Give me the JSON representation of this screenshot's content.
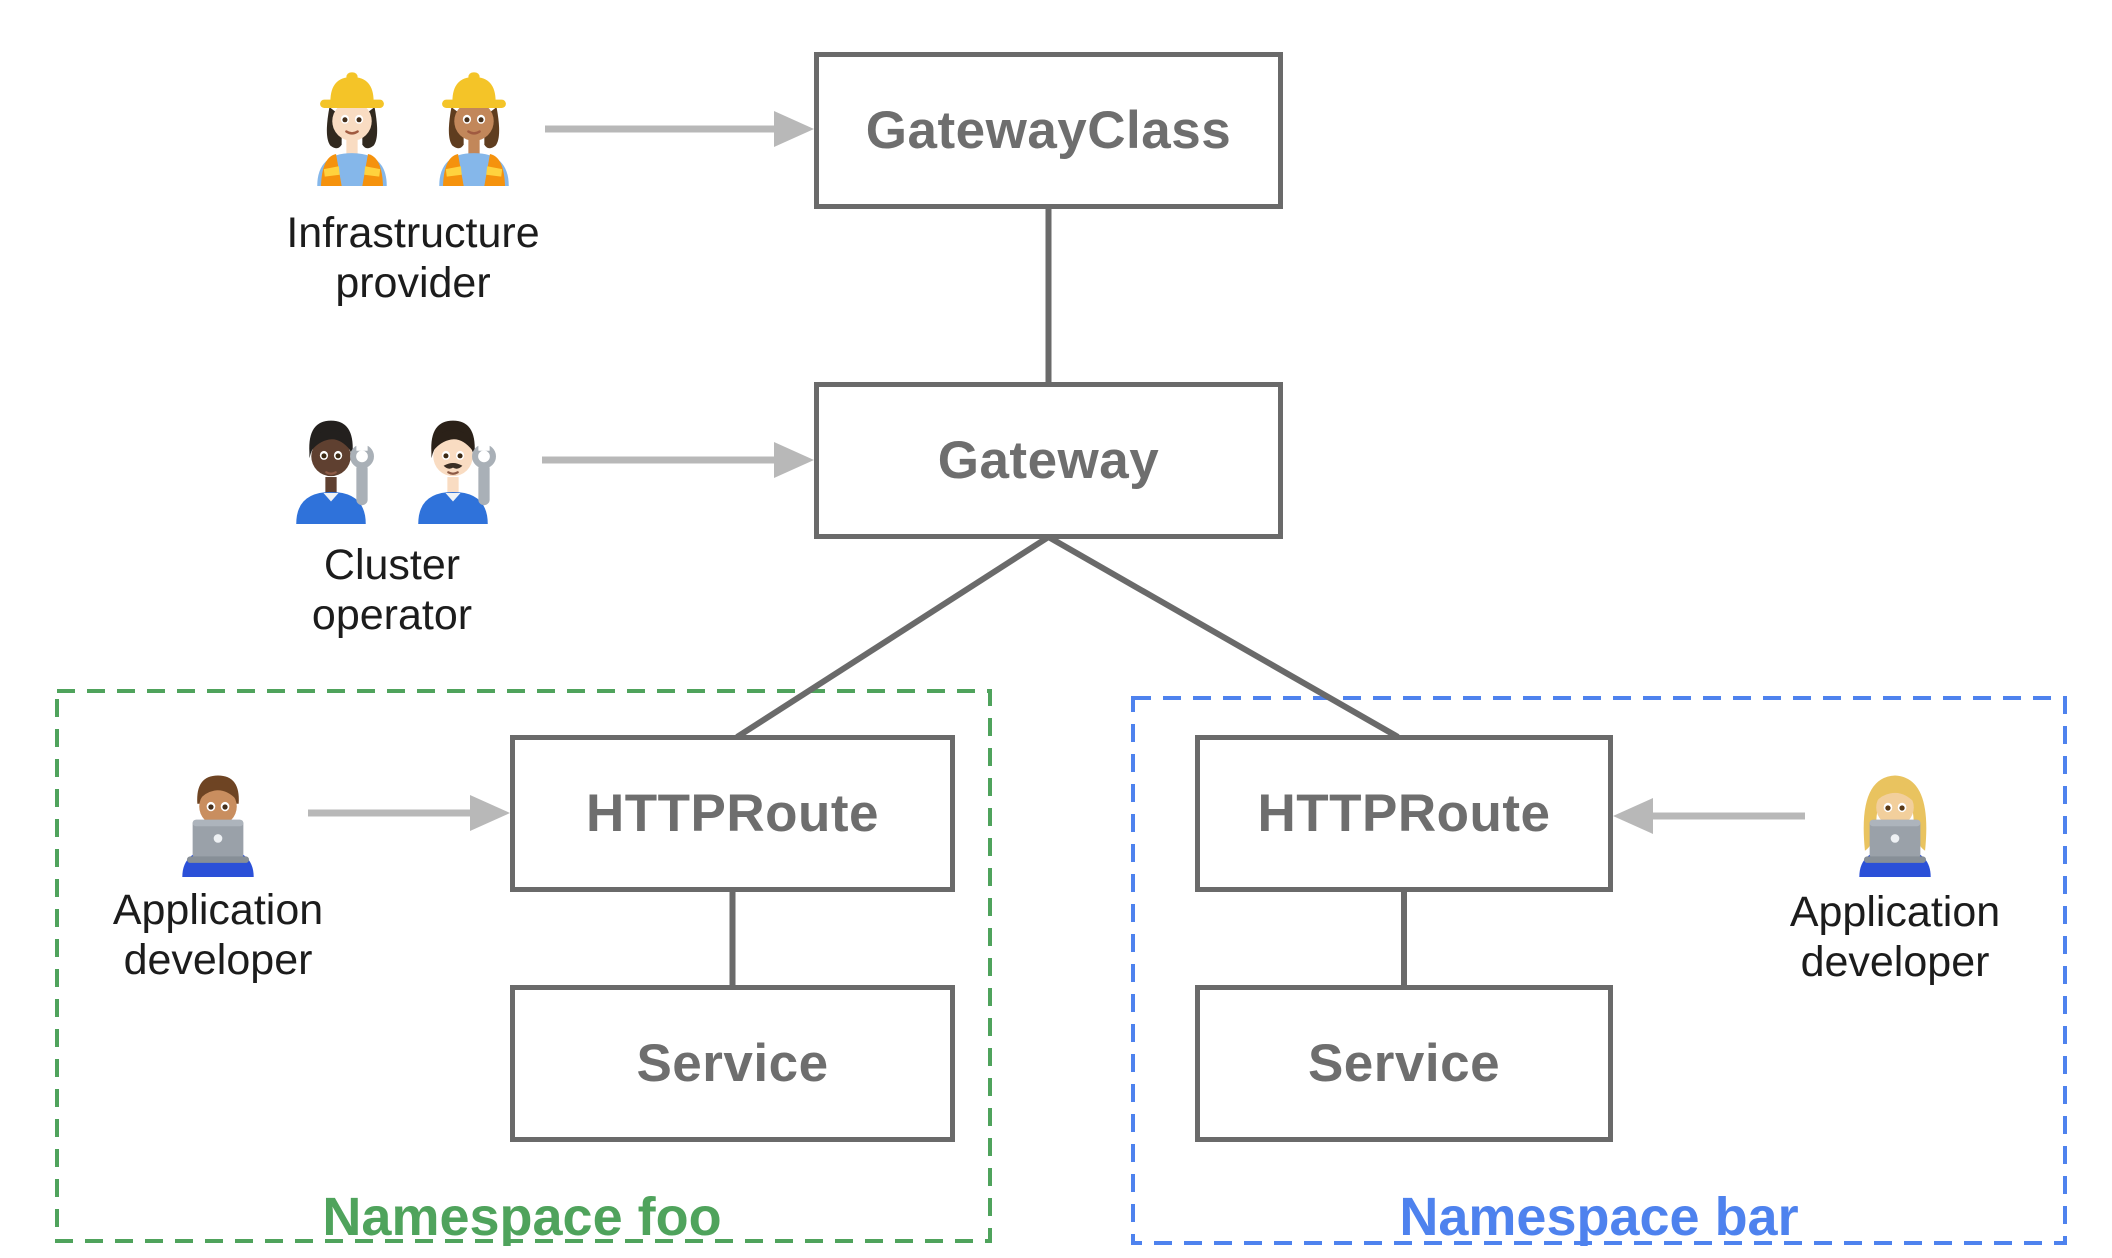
{
  "colors": {
    "node_border": "#6a6a6a",
    "node_text": "#6e6e6e",
    "connector": "#6a6a6a",
    "arrow": "#b8b8b8",
    "persona_text": "#1c1c1c",
    "namespace_foo": "#4FA35C",
    "namespace_bar": "#4E82EE"
  },
  "nodes": {
    "gateway_class": {
      "label": "GatewayClass"
    },
    "gateway": {
      "label": "Gateway"
    },
    "httproute_foo": {
      "label": "HTTPRoute"
    },
    "service_foo": {
      "label": "Service"
    },
    "httproute_bar": {
      "label": "HTTPRoute"
    },
    "service_bar": {
      "label": "Service"
    }
  },
  "personas": {
    "infrastructure_provider": {
      "label": "Infrastructure\nprovider",
      "emoji": "👷🏻‍♀️ 👷🏽‍♀️",
      "icons": [
        "woman-construction-worker-light-skin-emoji",
        "woman-construction-worker-medium-skin-emoji"
      ]
    },
    "cluster_operator": {
      "label": "Cluster\noperator",
      "emoji": "🧑🏿‍🔧 👨🏻‍🔧",
      "icons": [
        "person-mechanic-dark-skin-emoji",
        "man-mechanic-light-skin-emoji"
      ]
    },
    "app_developer_foo": {
      "label": "Application\ndeveloper",
      "emoji": "👨🏽‍💻",
      "icons": [
        "man-technologist-medium-skin-emoji"
      ]
    },
    "app_developer_bar": {
      "label": "Application\ndeveloper",
      "emoji": "👩🏼‍💻",
      "icons": [
        "woman-technologist-light-skin-emoji"
      ]
    }
  },
  "namespaces": {
    "foo": {
      "label": "Namespace foo"
    },
    "bar": {
      "label": "Namespace bar"
    }
  }
}
